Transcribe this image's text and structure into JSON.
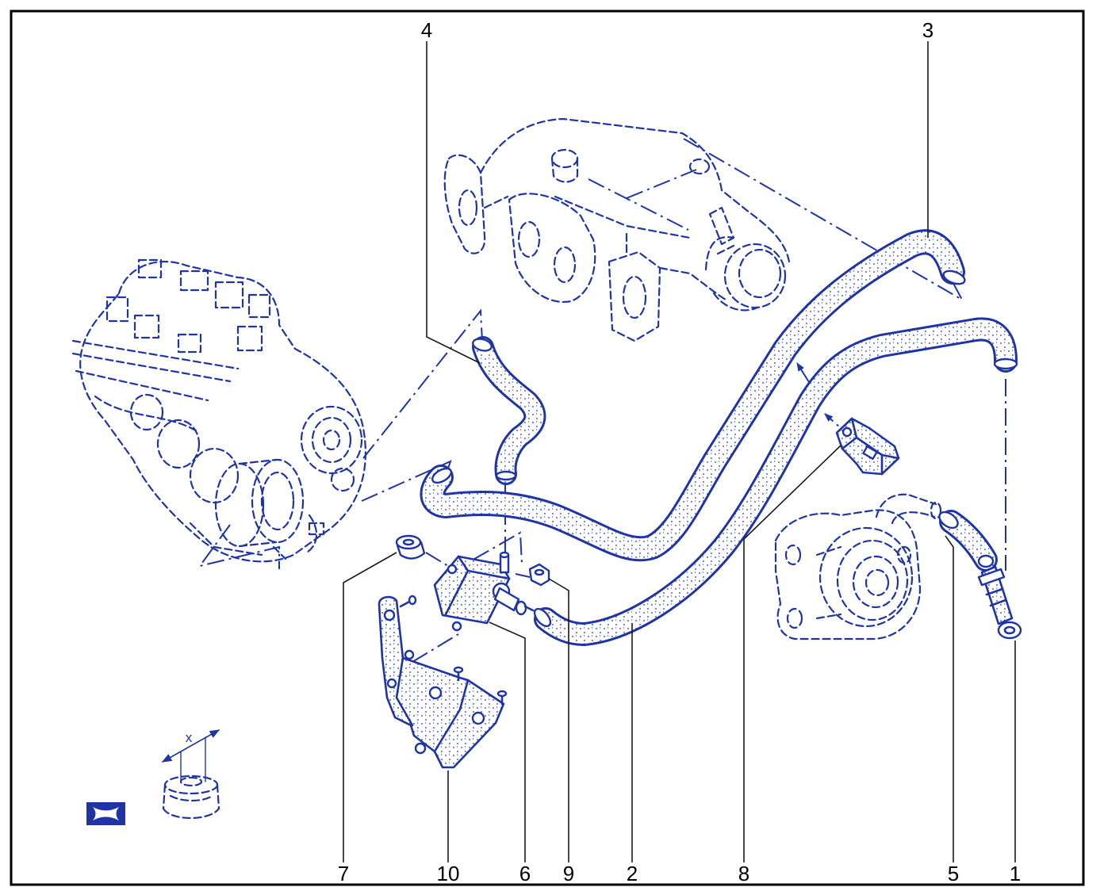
{
  "callouts": {
    "part_1": "1",
    "part_2": "2",
    "part_3": "3",
    "part_4": "4",
    "part_5": "5",
    "part_6": "6",
    "part_7": "7",
    "part_8": "8",
    "part_9": "9",
    "part_10": "10"
  },
  "dimension_label": "x",
  "colors": {
    "drawing": "#1f35a5",
    "frame": "#000000",
    "callout_text": "#000000"
  }
}
